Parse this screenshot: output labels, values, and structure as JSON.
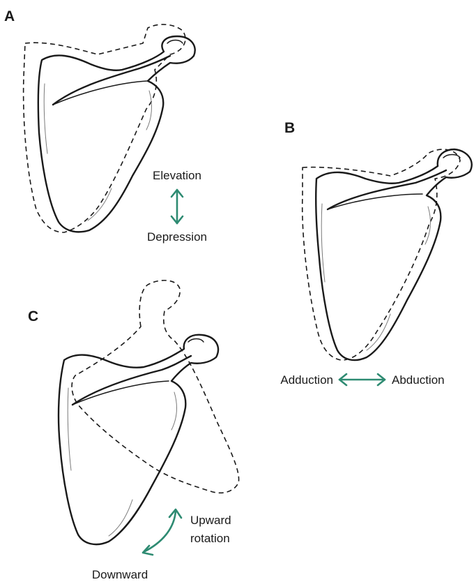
{
  "panels": {
    "a": {
      "letter": "A",
      "up_label": "Elevation",
      "down_label": "Depression"
    },
    "b": {
      "letter": "B",
      "left_label": "Adduction",
      "right_label": "Abduction"
    },
    "c": {
      "letter": "C",
      "upward_line1": "Upward",
      "upward_line2": "rotation",
      "downward_line1": "Downward"
    }
  },
  "colors": {
    "arrow": "#2e8b72",
    "outline": "#1a1a1a"
  }
}
